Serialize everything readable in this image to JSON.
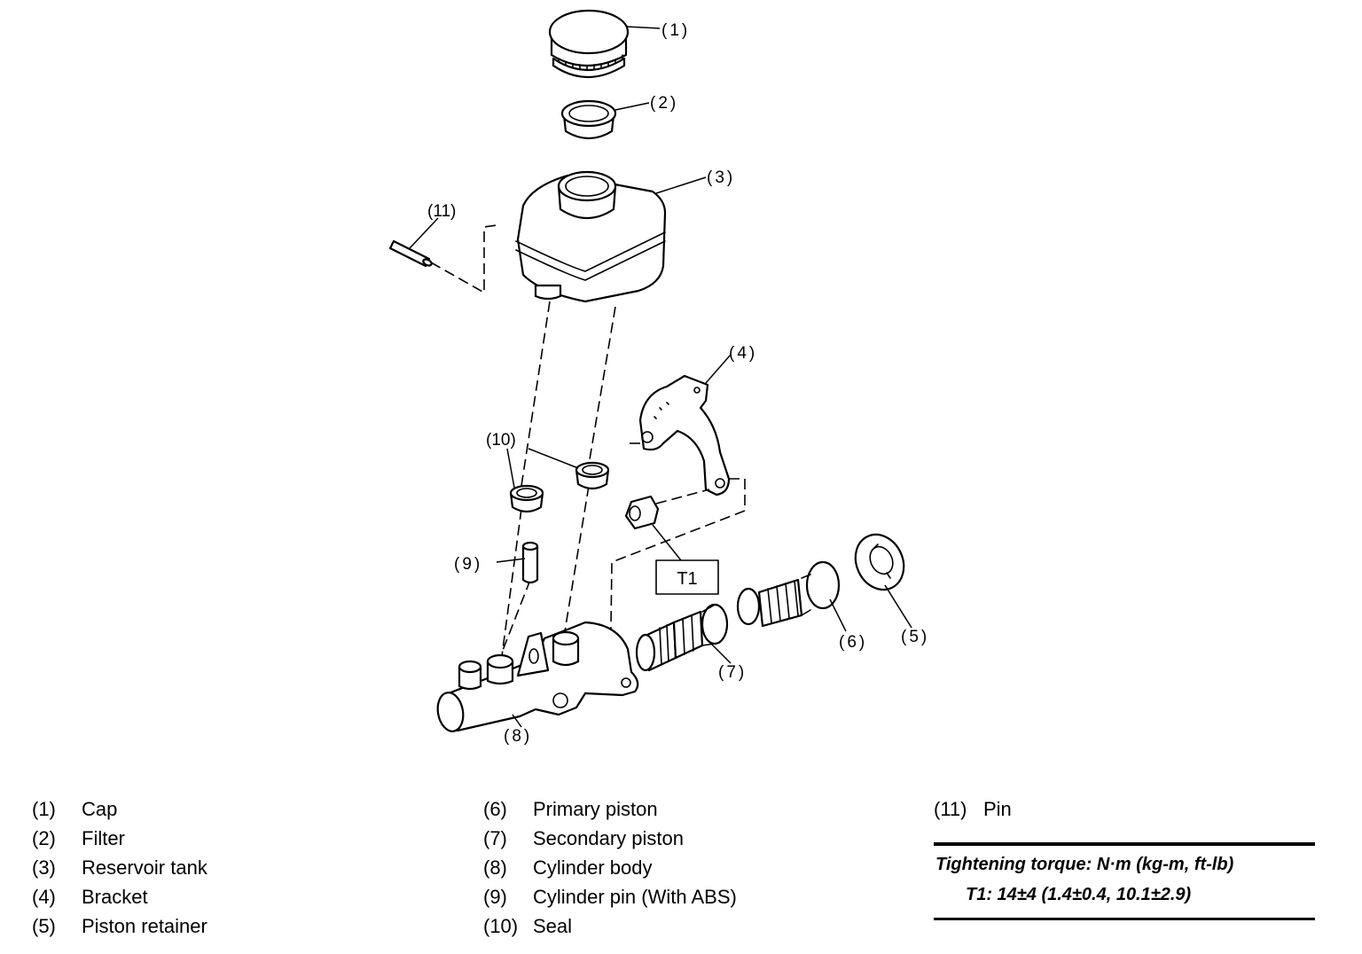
{
  "callouts": {
    "c1": "(1)",
    "c2": "(2)",
    "c3": "(3)",
    "c4": "(4)",
    "c5": "(5)",
    "c6": "(6)",
    "c7": "(7)",
    "c8": "(8)",
    "c9": "(9)",
    "c10": "(10)",
    "c11": "(11)",
    "t1": "T1"
  },
  "legend": {
    "col1": [
      {
        "num": "(1)",
        "label": "Cap"
      },
      {
        "num": "(2)",
        "label": "Filter"
      },
      {
        "num": "(3)",
        "label": "Reservoir tank"
      },
      {
        "num": "(4)",
        "label": "Bracket"
      },
      {
        "num": "(5)",
        "label": "Piston retainer"
      }
    ],
    "col2": [
      {
        "num": "(6)",
        "label": "Primary piston"
      },
      {
        "num": "(7)",
        "label": "Secondary piston"
      },
      {
        "num": "(8)",
        "label": "Cylinder body"
      },
      {
        "num": "(9)",
        "label": "Cylinder pin (With ABS)"
      },
      {
        "num": "(10)",
        "label": "Seal"
      }
    ],
    "col3": [
      {
        "num": "(11)",
        "label": "Pin"
      }
    ]
  },
  "torque": {
    "title": "Tightening torque: N·m (kg-m, ft-lb)",
    "t1": "T1: 14±4 (1.4±0.4, 10.1±2.9)"
  }
}
